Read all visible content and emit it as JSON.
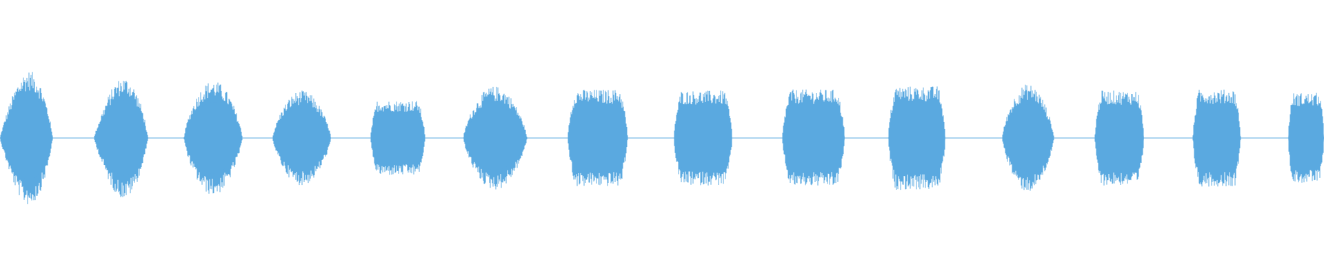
{
  "waveform": {
    "color": "#5aa9e0",
    "background": "#ffffff",
    "segments": [
      {
        "start": 0.0,
        "end": 0.042,
        "amplitude": 0.72,
        "envelope": "swell"
      },
      {
        "start": 0.071,
        "end": 0.114,
        "amplitude": 0.65,
        "envelope": "swell"
      },
      {
        "start": 0.139,
        "end": 0.183,
        "amplitude": 0.52,
        "envelope": "dome"
      },
      {
        "start": 0.206,
        "end": 0.25,
        "amplitude": 0.43,
        "envelope": "dome"
      },
      {
        "start": 0.28,
        "end": 0.321,
        "amplitude": 0.34,
        "envelope": "plateau"
      },
      {
        "start": 0.35,
        "end": 0.398,
        "amplitude": 0.47,
        "envelope": "dome"
      },
      {
        "start": 0.429,
        "end": 0.474,
        "amplitude": 0.44,
        "envelope": "plateau"
      },
      {
        "start": 0.509,
        "end": 0.553,
        "amplitude": 0.43,
        "envelope": "plateau"
      },
      {
        "start": 0.591,
        "end": 0.638,
        "amplitude": 0.44,
        "envelope": "plateau"
      },
      {
        "start": 0.671,
        "end": 0.714,
        "amplitude": 0.47,
        "envelope": "plateau"
      },
      {
        "start": 0.757,
        "end": 0.796,
        "amplitude": 0.49,
        "envelope": "dome"
      },
      {
        "start": 0.827,
        "end": 0.864,
        "amplitude": 0.43,
        "envelope": "plateau"
      },
      {
        "start": 0.901,
        "end": 0.937,
        "amplitude": 0.44,
        "envelope": "plateau"
      },
      {
        "start": 0.973,
        "end": 1.0,
        "amplitude": 0.41,
        "envelope": "plateau"
      }
    ]
  }
}
